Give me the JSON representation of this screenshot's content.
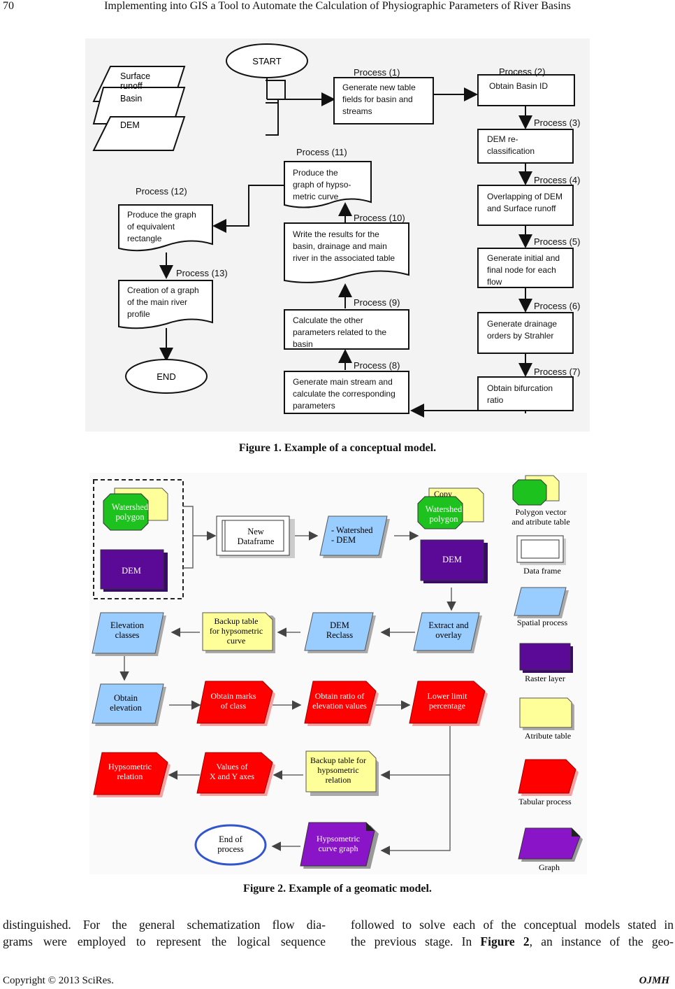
{
  "header": {
    "page_number": "70",
    "title": "Implementing into GIS a Tool to Automate the Calculation of Physiographic Parameters of River Basins"
  },
  "figure1": {
    "caption": "Figure 1. Example of a conceptual model.",
    "start": "START",
    "end": "END",
    "inputs": [
      "Surface",
      "runoff",
      "Basin",
      "DEM"
    ],
    "p1_label": "Process (1)",
    "p1_lines": [
      "Generate new table",
      "fields for basin and",
      "streams"
    ],
    "p2_label": "Process  (2)",
    "p2_lines": [
      "Obtain Basin ID"
    ],
    "p3_label": "Process (3)",
    "p3_lines": [
      "DEM re-",
      "classification"
    ],
    "p4_label": "Process (4)",
    "p4_lines": [
      "Overlapping of DEM",
      "and Surface runoff"
    ],
    "p5_label": "Process (5)",
    "p5_lines": [
      "Generate initial and",
      "final node for each",
      "flow"
    ],
    "p6_label": "Process (6)",
    "p6_lines": [
      "Generate drainage",
      "orders by Strahler"
    ],
    "p7_label": "Process (7)",
    "p7_lines": [
      "Obtain bifurcation",
      "ratio"
    ],
    "p8_label": "Process (8)",
    "p8_lines": [
      "Generate main stream and",
      "calculate the corresponding",
      "parameters"
    ],
    "p9_label": "Process (9)",
    "p9_lines": [
      "Calculate the other",
      "parameters related to the",
      "basin"
    ],
    "p10_label": "Process (10)",
    "p10_lines": [
      "Write the results for the",
      "basin, drainage and main",
      "river in the associated table"
    ],
    "p11_label": "Process (11)",
    "p11_lines": [
      "Produce the",
      "graph of hypso-",
      "metric curve"
    ],
    "p12_label": "Process (12)",
    "p12_lines": [
      "Produce the graph",
      "of equivalent",
      "rectangle"
    ],
    "p13_label": "Process (13)",
    "p13_lines": [
      "Creation of a graph",
      "of the main river",
      "profile"
    ]
  },
  "figure2": {
    "caption": "Figure 2. Example of a geomatic model.",
    "watershed1": [
      "Watershed",
      "polygon"
    ],
    "dem1": "DEM",
    "new_dataframe": [
      "New",
      "Dataframe"
    ],
    "watershed_dem": [
      "- Watershed",
      "- DEM"
    ],
    "copy": "Copy",
    "watershed2": [
      "Watershed",
      "polygon"
    ],
    "dem2": "DEM",
    "extract": [
      "Extract and",
      "overlay"
    ],
    "dem_reclass": [
      "DEM",
      "Reclass"
    ],
    "backup_hyps_curve": [
      "Backup table",
      "for hypsometric",
      "curve"
    ],
    "elev_classes": [
      "Elevation",
      "classes"
    ],
    "obtain_elev": [
      "Obtain",
      "elevation"
    ],
    "marks": [
      "Obtain marks",
      "of class"
    ],
    "ratio": [
      "Obtain ratio of",
      "elevation values"
    ],
    "lower": [
      "Lower limit",
      "percentage"
    ],
    "backup_hyps_rel": [
      "Backup table for",
      "hypsometric",
      "relation"
    ],
    "values_xy": [
      "Values of",
      "X and Y axes"
    ],
    "hyps_rel": [
      "Hypsometric",
      "relation"
    ],
    "hyps_graph": [
      "Hypsometric",
      "curve graph"
    ],
    "end_process": [
      "End of",
      "process"
    ],
    "legend": {
      "polygon": [
        "Polygon vector",
        "and atribute table"
      ],
      "dataframe": "Data frame",
      "spatial": "Spatial process",
      "raster": "Raster layer",
      "attribute": "Atribute table",
      "tabular": "Tabular process",
      "graph": "Graph"
    },
    "colors": {
      "green": "#1ec21e",
      "purple": "#5a0a96",
      "blue": "#99ccff",
      "yellow": "#ffff99",
      "red": "#ff0000",
      "violet": "#8a14c8"
    }
  },
  "body_text": {
    "left_lines": [
      "distinguished. For the general schematization flow dia-",
      "grams were employed to represent the logical sequence"
    ],
    "right_line1": "followed to solve each of the conceptual models stated in",
    "right_line2_pre": "the previous stage. In ",
    "right_line2_bold": "Figure 2",
    "right_line2_post": ", an instance of the geo-"
  },
  "footer": {
    "copyright": "Copyright © 2013 SciRes.",
    "journal": "OJMH"
  }
}
